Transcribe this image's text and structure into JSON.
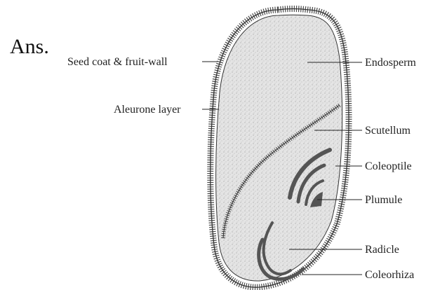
{
  "prefix": "Ans.",
  "labels": {
    "seed_coat": "Seed coat & fruit-wall",
    "aleurone": "Aleurone layer",
    "endosperm": "Endosperm",
    "scutellum": "Scutellum",
    "coleoptile": "Coleoptile",
    "plumule": "Plumule",
    "radicle": "Radicle",
    "coleorhiza": "Coleorhiza"
  },
  "colors": {
    "outline": "#4a4a4a",
    "endosperm_fill": "#dcdcdc",
    "embryo_dark": "#555555",
    "text": "#222222"
  }
}
